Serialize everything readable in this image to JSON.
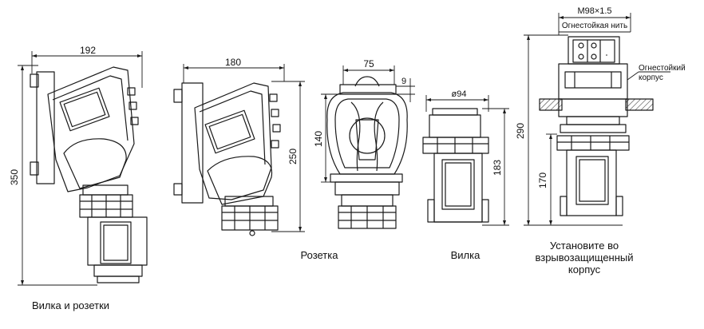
{
  "dimensions": {
    "combo_width": "192",
    "combo_height": "350",
    "socket_width": "180",
    "socket_height": "250",
    "front_width": "75",
    "front_height": "140",
    "front_small": "9",
    "plug_diameter": "ø94",
    "plug_height": "183",
    "install_total": "290",
    "install_lower": "170",
    "thread": "M98×1.5"
  },
  "labels": {
    "fireproof_thread": "Огнестойкая нить",
    "fireproof_body_line1": "Огнестойкий",
    "fireproof_body_line2": "корпус"
  },
  "captions": {
    "plug_and_sockets": "Вилка и розетки",
    "socket": "Розетка",
    "plug": "Вилка",
    "install_line1": "Установите во",
    "install_line2": "взрывозащищенный",
    "install_line3": "корпус"
  }
}
